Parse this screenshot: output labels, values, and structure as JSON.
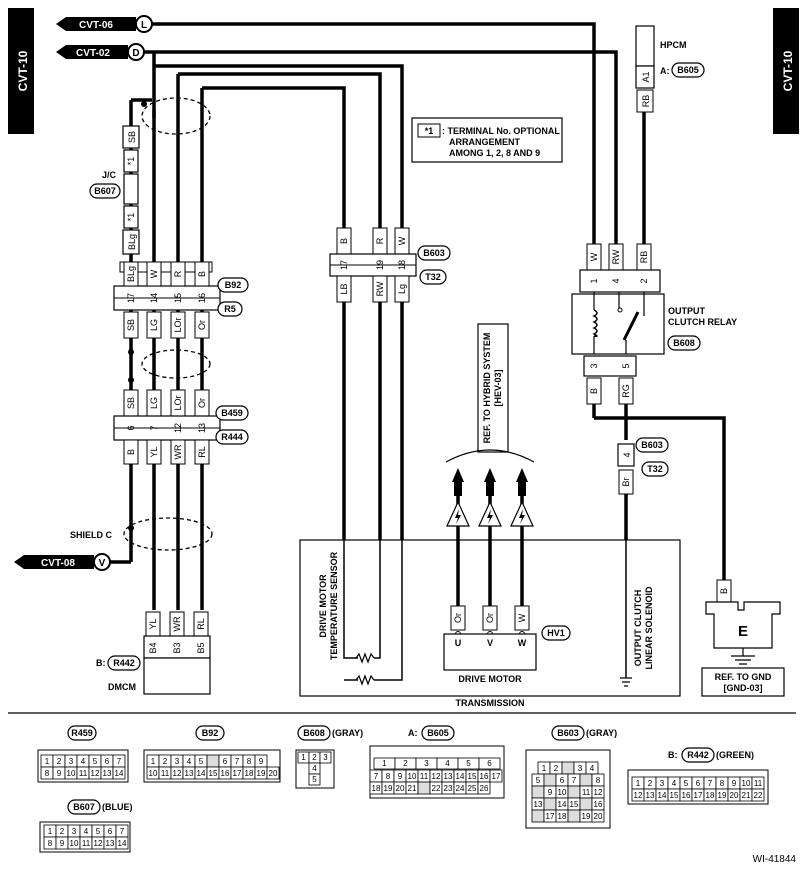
{
  "side_tab": "CVT-10",
  "refs": {
    "cvt06": {
      "label": "CVT-06",
      "letter": "L"
    },
    "cvt02": {
      "label": "CVT-02",
      "letter": "D"
    },
    "cvt08": {
      "label": "CVT-08",
      "letter": "V"
    }
  },
  "jc": {
    "label": "J/C",
    "conn": "B607"
  },
  "note": {
    "box": "*1",
    "line1": ": TERMINAL No. OPTIONAL",
    "line2": "ARRANGEMENT",
    "line3": "AMONG 1, 2, 8 AND 9"
  },
  "hpcm": {
    "label": "HPCM",
    "prefix": "A:",
    "conn": "B605",
    "pin": "A1",
    "wire": "RB"
  },
  "b92": {
    "conn": "B92",
    "mate": "R5",
    "top_wires": [
      "BLg",
      "W",
      "R",
      "B"
    ],
    "pins": [
      "17",
      "14",
      "15",
      "16"
    ],
    "bottom_wires": [
      "SB",
      "LG",
      "LOr",
      "Or"
    ]
  },
  "b459": {
    "conn": "B459",
    "mate": "R444",
    "top_wires": [
      "SB",
      "LG",
      "LOr",
      "Or"
    ],
    "pins": [
      "6",
      "7",
      "12",
      "13"
    ],
    "bottom_wires": [
      "B",
      "YL",
      "WR",
      "RL"
    ]
  },
  "sb_top": "SB",
  "star1": "*1",
  "blg_top": "BLg",
  "b603_mid": {
    "conn": "B603",
    "mate": "T32",
    "top_wires": [
      "B",
      "R",
      "W"
    ],
    "pins": [
      "17",
      "19",
      "18"
    ],
    "bottom_wires": [
      "LB",
      "RW",
      "Lg"
    ]
  },
  "relay": {
    "label1": "OUTPUT",
    "label2": "CLUTCH RELAY",
    "conn": "B608",
    "top_wires": [
      "W",
      "RW",
      "RB"
    ],
    "top_pins": [
      "1",
      "4",
      "2"
    ],
    "bottom_pins": [
      "3",
      "5"
    ],
    "bottom_wires": [
      "B",
      "RG"
    ]
  },
  "b603_right": {
    "conn": "B603",
    "mate": "T32",
    "pin": "4",
    "wire": "Br"
  },
  "shield": "SHIELD C",
  "hybrid_ref": {
    "line1": "REF. TO HYBRID SYSTEM",
    "line2": "[HEV-03]"
  },
  "dmcm": {
    "prefix": "B:",
    "conn": "R442",
    "label": "DMCM",
    "wires": [
      "YL",
      "WR",
      "RL"
    ],
    "pins": [
      "B4",
      "B3",
      "B5"
    ]
  },
  "transmission": {
    "label": "TRANSMISSION",
    "sensor_line1": "DRIVE MOTOR",
    "sensor_line2": "TEMPERATURE SENSOR",
    "motor_label": "DRIVE MOTOR",
    "motor_conn": "HV1",
    "motor_wires": [
      "Or",
      "Or",
      "W"
    ],
    "motor_pins": [
      "U",
      "V",
      "W"
    ],
    "solenoid_line1": "OUTPUT CLUTCH",
    "solenoid_line2": "LINEAR SOLENOID"
  },
  "ground": {
    "wire": "B",
    "letter": "E",
    "ref1": "REF. TO GND",
    "ref2": "[GND-03]"
  },
  "connector_views": {
    "r459": {
      "name": "R459",
      "row1": [
        "1",
        "2",
        "3",
        "4",
        "5",
        "6",
        "7"
      ],
      "row2": [
        "8",
        "9",
        "10",
        "11",
        "12",
        "13",
        "14"
      ]
    },
    "b92": {
      "name": "B92",
      "row1": [
        "1",
        "2",
        "3",
        "4",
        "5",
        "",
        "6",
        "7",
        "8",
        "9"
      ],
      "row2": [
        "10",
        "11",
        "12",
        "13",
        "14",
        "15",
        "16",
        "17",
        "18",
        "19",
        "20"
      ]
    },
    "b608": {
      "name": "B608",
      "note": "(GRAY)",
      "row1": [
        "1",
        "2",
        "3"
      ],
      "row2": [
        "4"
      ],
      "row3": [
        "5"
      ]
    },
    "b605": {
      "prefix": "A:",
      "name": "B605",
      "row1": [
        "1",
        "2",
        "3",
        "4",
        "5",
        "6"
      ],
      "row2": [
        "7",
        "8",
        "9",
        "10",
        "11",
        "12",
        "13",
        "14",
        "15",
        "16",
        "17"
      ],
      "row3": [
        "18",
        "19",
        "20",
        "21",
        "",
        "22",
        "23",
        "24",
        "25",
        "26"
      ]
    },
    "b603": {
      "name": "B603",
      "note": "(GRAY)",
      "r1": [
        "1",
        "2",
        "",
        "3",
        "4"
      ],
      "r2": [
        "5",
        "",
        "6",
        "7",
        "",
        "8"
      ],
      "r3": [
        "",
        "9",
        "10",
        "",
        "11",
        "12"
      ],
      "r4": [
        "13",
        "",
        "14",
        "15",
        "",
        "16"
      ],
      "r5": [
        "",
        "17",
        "18",
        "",
        "19",
        "20"
      ]
    },
    "r442": {
      "prefix": "B:",
      "name": "R442",
      "note": "(GREEN)",
      "row1": [
        "1",
        "2",
        "3",
        "4",
        "5",
        "6",
        "7",
        "8",
        "9",
        "10",
        "11"
      ],
      "row2": [
        "12",
        "13",
        "14",
        "15",
        "16",
        "17",
        "18",
        "19",
        "20",
        "21",
        "22"
      ]
    },
    "b607": {
      "name": "B607",
      "note": "(BLUE)",
      "row1": [
        "1",
        "2",
        "3",
        "4",
        "5",
        "6",
        "7"
      ],
      "row2": [
        "8",
        "9",
        "10",
        "11",
        "12",
        "13",
        "14"
      ]
    }
  },
  "figure_id": "WI-41844"
}
